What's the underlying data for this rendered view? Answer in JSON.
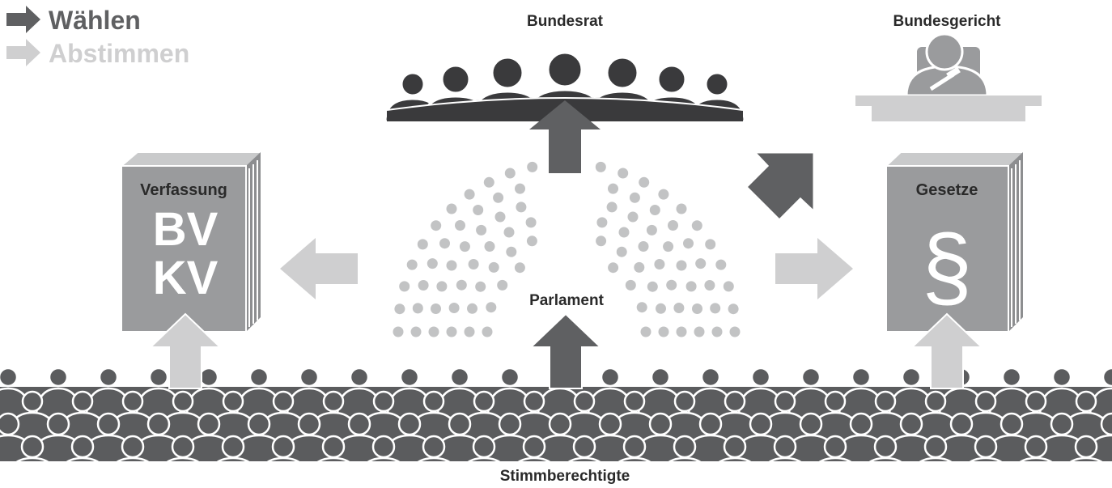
{
  "legend": {
    "elect_label": "Wählen",
    "vote_label": "Abstimmen",
    "elect_icon": "dark-arrow-right-icon",
    "vote_icon": "light-arrow-right-icon"
  },
  "institutions": {
    "bundesrat": "Bundesrat",
    "bundesgericht": "Bundesgericht",
    "parlament": "Parlament",
    "stimmberechtigte": "Stimmberechtigte"
  },
  "books": {
    "constitution": {
      "title": "Verfassung",
      "line1": "BV",
      "line2": "KV"
    },
    "laws": {
      "title": "Gesetze",
      "symbol": "§"
    }
  },
  "colors": {
    "dark": "#5f6062",
    "darkest": "#3a3a3c",
    "medium": "#9a9b9d",
    "light": "#cfcfd0",
    "dots": "#c2c3c4",
    "crowd": "#5b5c5e"
  }
}
